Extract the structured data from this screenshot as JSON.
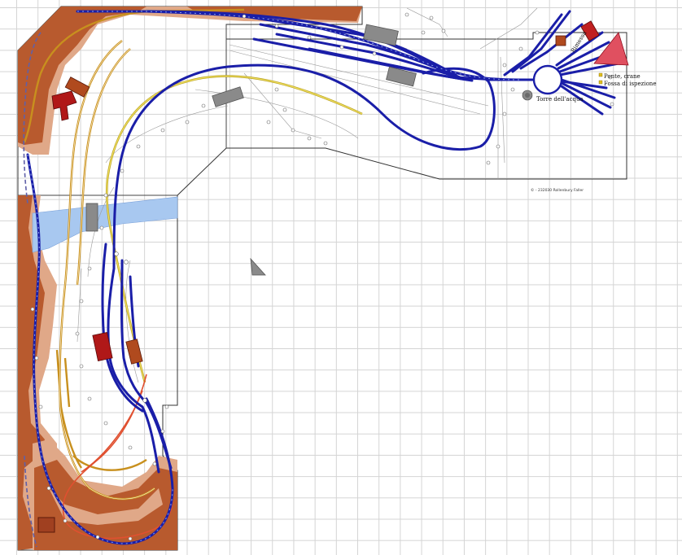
{
  "labels": {
    "gru": "Ponte, crane",
    "fossa": "Fossa di ispezione",
    "torre": "Torre dell'acqua",
    "rotonda": "Rimessa",
    "credit": "© - 232030 Rollenbury Faller"
  },
  "colors": {
    "track_main": "#1a1ea8",
    "track_lower": "#c8901e",
    "track_yellow": "#e0d020",
    "track_red": "#e05030",
    "terrain_dark": "#b85a2e",
    "terrain_light": "#e0a888",
    "water": "#a8c8f0",
    "building_grey": "#8a8a8a",
    "building_brown": "#b04a1e",
    "building_red": "#b01818",
    "turntable_fill": "#ffffff"
  },
  "icons": {
    "pointer": "cursor-triangle-icon",
    "water_tower": "water-tower-icon"
  }
}
